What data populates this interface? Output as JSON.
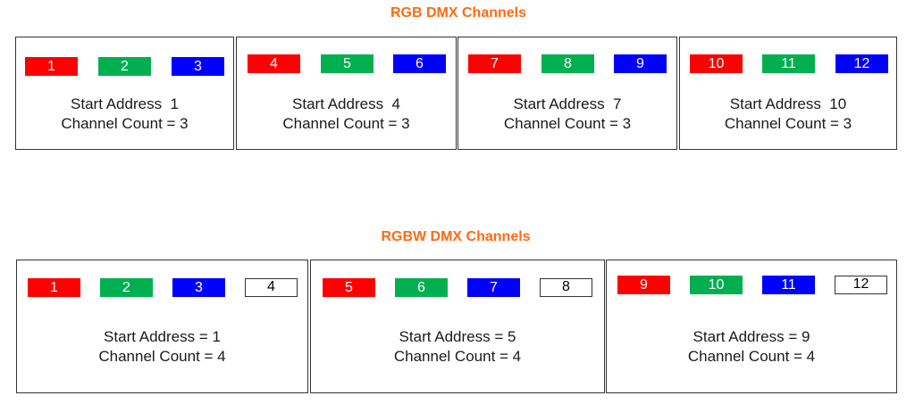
{
  "colors": {
    "title": "#ff6a13",
    "red": "#ff0000",
    "green": "#00b050",
    "blue": "#0000ff",
    "white": "#ffffff"
  },
  "rgb": {
    "title": "RGB DMX Channels",
    "fixtures": [
      {
        "channels": [
          {
            "label": "1",
            "color": "red"
          },
          {
            "label": "2",
            "color": "green"
          },
          {
            "label": "3",
            "color": "blue"
          }
        ],
        "start": "Start Address  1",
        "count": "Channel Count = 3"
      },
      {
        "channels": [
          {
            "label": "4",
            "color": "red"
          },
          {
            "label": "5",
            "color": "green"
          },
          {
            "label": "6",
            "color": "blue"
          }
        ],
        "start": "Start Address  4",
        "count": "Channel Count = 3"
      },
      {
        "channels": [
          {
            "label": "7",
            "color": "red"
          },
          {
            "label": "8",
            "color": "green"
          },
          {
            "label": "9",
            "color": "blue"
          }
        ],
        "start": "Start Address  7",
        "count": "Channel Count = 3"
      },
      {
        "channels": [
          {
            "label": "10",
            "color": "red"
          },
          {
            "label": "11",
            "color": "green"
          },
          {
            "label": "12",
            "color": "blue"
          }
        ],
        "start": "Start Address  10",
        "count": "Channel Count = 3"
      }
    ]
  },
  "rgbw": {
    "title": "RGBW DMX Channels",
    "fixtures": [
      {
        "channels": [
          {
            "label": "1",
            "color": "red"
          },
          {
            "label": "2",
            "color": "green"
          },
          {
            "label": "3",
            "color": "blue"
          },
          {
            "label": "4",
            "color": "white"
          }
        ],
        "start": "Start Address = 1",
        "count": "Channel Count = 4"
      },
      {
        "channels": [
          {
            "label": "5",
            "color": "red"
          },
          {
            "label": "6",
            "color": "green"
          },
          {
            "label": "7",
            "color": "blue"
          },
          {
            "label": "8",
            "color": "white"
          }
        ],
        "start": "Start Address = 5",
        "count": "Channel Count = 4"
      },
      {
        "channels": [
          {
            "label": "9",
            "color": "red"
          },
          {
            "label": "10",
            "color": "green"
          },
          {
            "label": "11",
            "color": "blue"
          },
          {
            "label": "12",
            "color": "white"
          }
        ],
        "start": "Start Address = 9",
        "count": "Channel Count = 4"
      }
    ]
  }
}
